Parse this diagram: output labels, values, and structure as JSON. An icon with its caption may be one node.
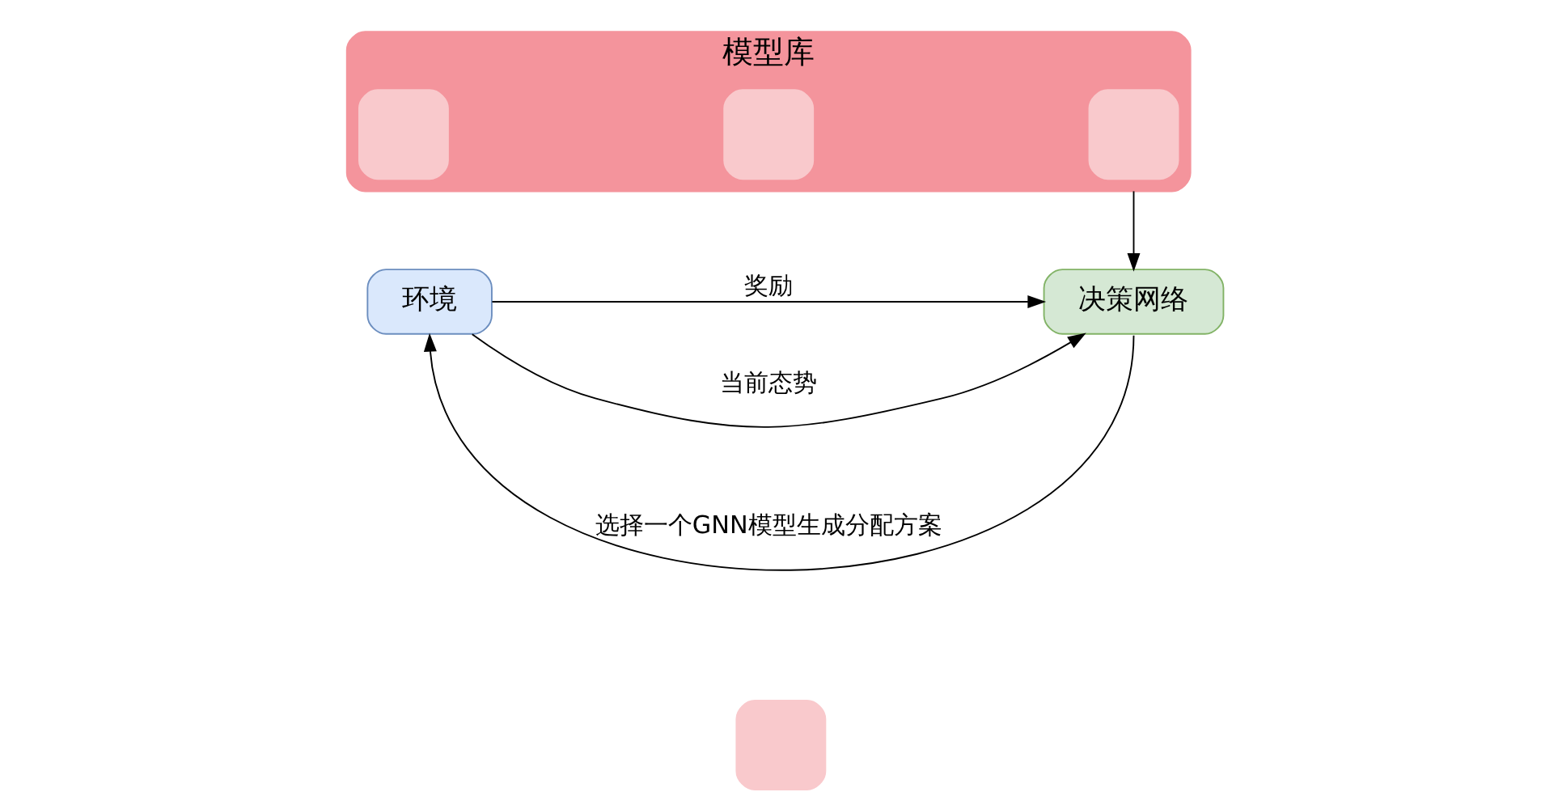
{
  "diagram": {
    "nodes": [
      {
        "text": [
          "模型库"
        ]
      },
      {
        "text": [],
        "shape": "box",
        "in": 0
      },
      {
        "text": [],
        "shape": "box",
        "in": 0
      },
      {
        "text": [],
        "shape": "box",
        "in": 0
      },
      {
        "text": [
          "环境"
        ]
      },
      {
        "text": [
          "决策网络"
        ]
      },
      {
        "text": [],
        "shape": "box"
      }
    ],
    "edges": [
      {
        "from": 4,
        "to": 5,
        "arrow": "to",
        "label": "奖励"
      },
      {
        "from": 4,
        "to": 5,
        "arrow": "to",
        "label": "当前态势"
      },
      {
        "from": 0,
        "to": 5,
        "arrow": "to"
      },
      {
        "from": 5,
        "to": 4,
        "arrow": "to",
        "label": "选择一个GNN模型生成分配方案"
      }
    ]
  }
}
